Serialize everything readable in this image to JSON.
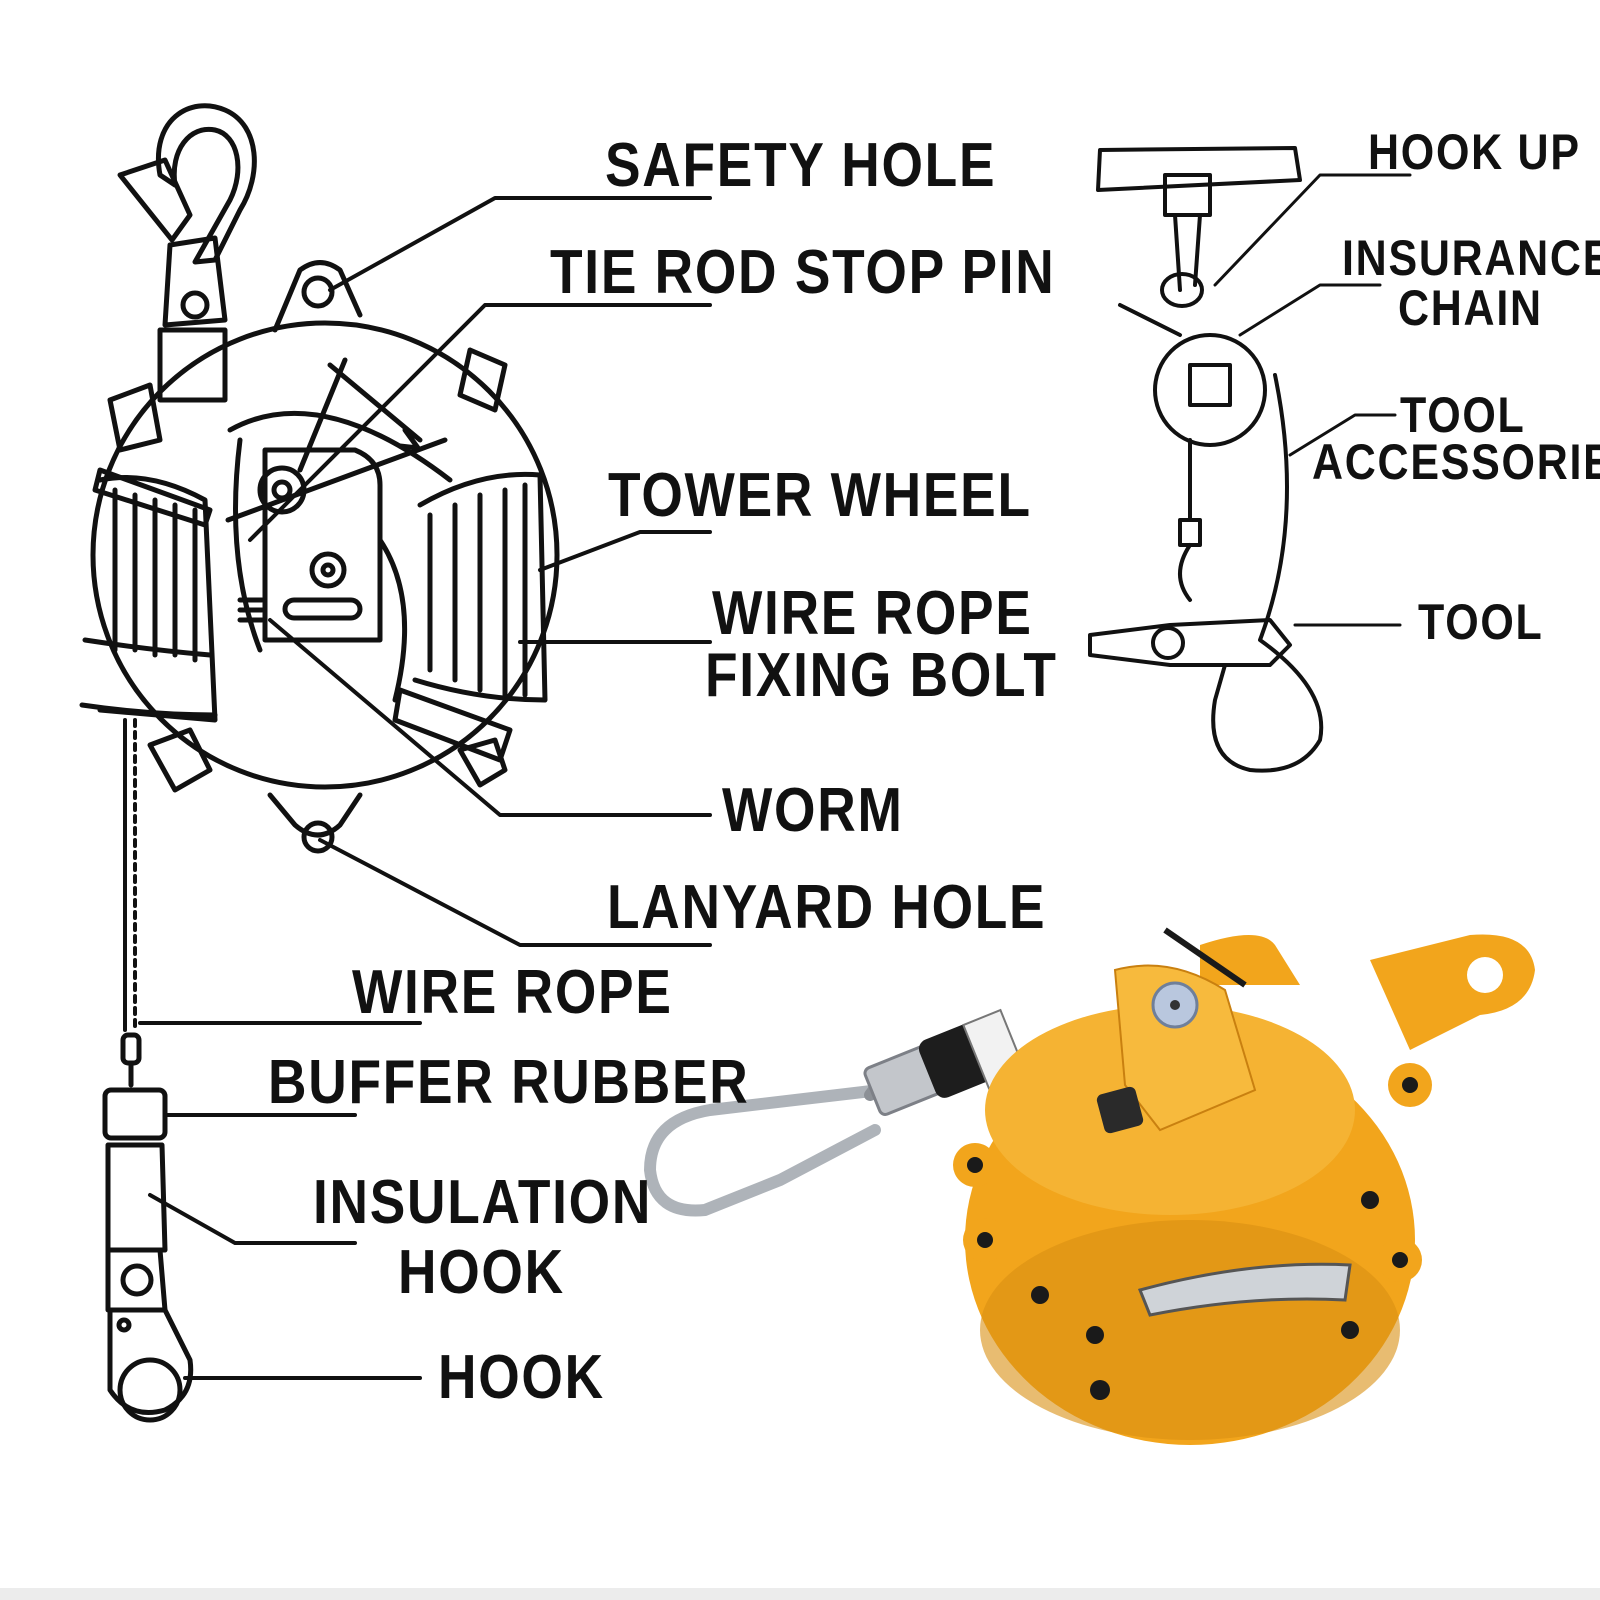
{
  "labels": {
    "safety_hole": "SAFETY HOLE",
    "tie_rod_stop_pin": "TIE ROD STOP PIN",
    "tower_wheel": "TOWER WHEEL",
    "wire_rope_fixing_bolt_1": "WIRE ROPE",
    "wire_rope_fixing_bolt_2": "FIXING BOLT",
    "worm": "WORM",
    "lanyard_hole": "LANYARD HOLE",
    "wire_rope": "WIRE ROPE",
    "buffer_rubber": "BUFFER RUBBER",
    "insulation_hook_1": "INSULATION",
    "insulation_hook_2": "HOOK",
    "hook": "HOOK",
    "hook_up": "HOOK UP",
    "insurance_chain_1": "INSURANCE",
    "insurance_chain_2": "CHAIN",
    "tool_accessories_1": "TOOL",
    "tool_accessories_2": "ACCESSORIES",
    "tool": "TOOL"
  },
  "colors": {
    "ink": "#111111",
    "body_yellow": "#f2a51c",
    "body_shadow": "#c97f0c",
    "metal": "#b8bcc2",
    "background": "#ffffff"
  }
}
